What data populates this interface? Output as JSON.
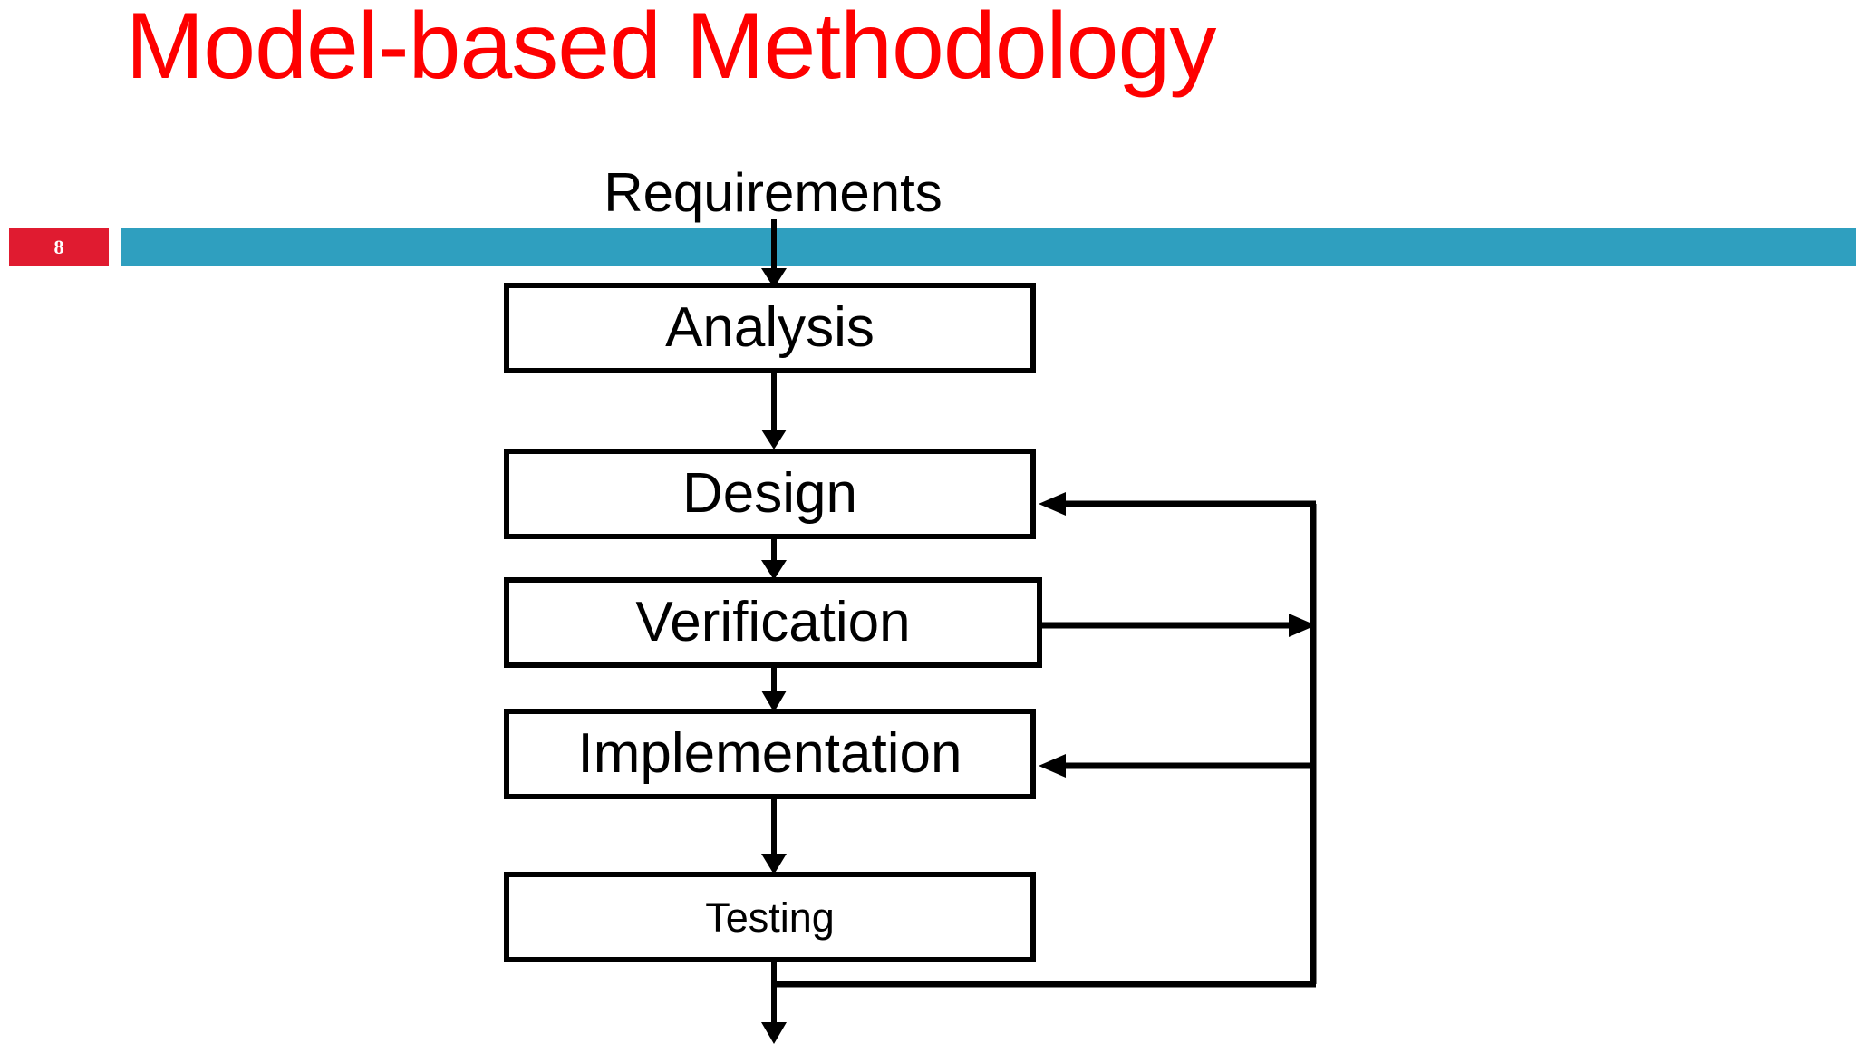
{
  "slide": {
    "title": "Model-based Methodology",
    "number": "8",
    "title_color": "#fe0000",
    "accent_bar_color": "#2f9fbf",
    "badge_color": "#e01b30",
    "background_color": "#ffffff"
  },
  "diagram": {
    "type": "flowchart",
    "orientation": "vertical",
    "input_label": "Requirements",
    "stages": [
      {
        "label": "Analysis"
      },
      {
        "label": "Design"
      },
      {
        "label": "Verification"
      },
      {
        "label": "Implementation"
      },
      {
        "label": "Testing"
      }
    ],
    "connections": [
      {
        "from": "Requirements",
        "to": "Analysis",
        "kind": "down-arrow"
      },
      {
        "from": "Analysis",
        "to": "Design",
        "kind": "down-arrow"
      },
      {
        "from": "Design",
        "to": "Verification",
        "kind": "down-arrow"
      },
      {
        "from": "Verification",
        "to": "Implementation",
        "kind": "down-arrow"
      },
      {
        "from": "Implementation",
        "to": "Testing",
        "kind": "down-arrow"
      },
      {
        "from": "Verification",
        "to": "feedback-bus",
        "kind": "right-arrow"
      },
      {
        "from": "feedback-bus",
        "to": "Design",
        "kind": "left-arrow"
      },
      {
        "from": "feedback-bus",
        "to": "Implementation",
        "kind": "left-arrow"
      },
      {
        "from": "Testing",
        "to": "feedback-bus",
        "kind": "right-line"
      },
      {
        "from": "Testing",
        "to": "output",
        "kind": "down-arrow"
      }
    ],
    "line_color": "#000000"
  }
}
